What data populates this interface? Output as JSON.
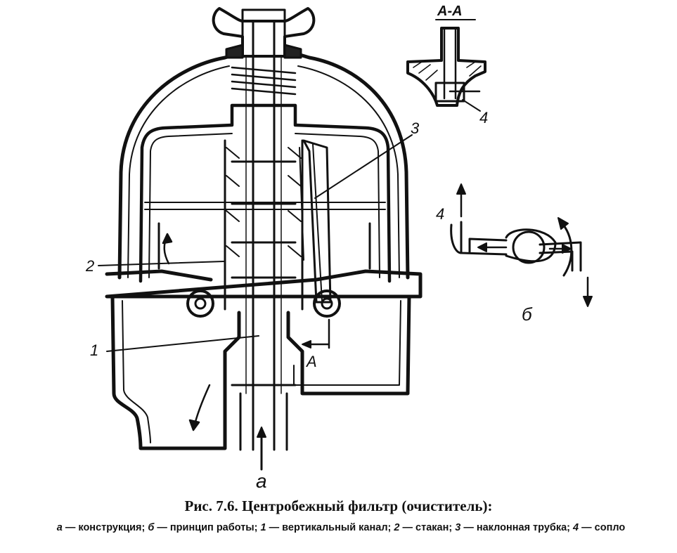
{
  "figure": {
    "labels": {
      "l1": "1",
      "l2": "2",
      "l3": "3",
      "l4_section": "4",
      "l4_principle": "4",
      "a_view": "а",
      "b_view": "б",
      "section_mark": "А",
      "section_title": "А-А"
    },
    "caption": {
      "title": "Рис. 7.6. Центробежный фильтр (очиститель):",
      "a_key": "а",
      "a_text": " — конструкция;  ",
      "b_key": "б",
      "b_text": " — принцип работы;  ",
      "k1": "1",
      "k1_text": " — вертикальный канал;  ",
      "k2": "2",
      "k2_text": " — стакан;  ",
      "k3": "3",
      "k3_text": " — наклонная трубка;  ",
      "k4": "4",
      "k4_text": " — сопло"
    }
  }
}
